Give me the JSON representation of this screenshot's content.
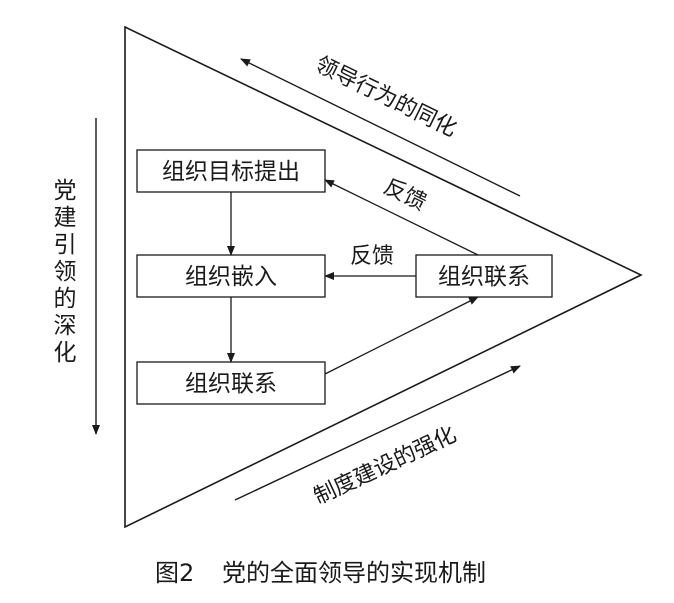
{
  "diagram": {
    "boxes": {
      "goal": "组织目标提出",
      "embed": "组织嵌入",
      "link_bottom": "组织联系",
      "link_right": "组织联系"
    },
    "labels": {
      "top_edge": "领导行为的同化",
      "bottom_edge": "制度建设的强化",
      "left_side": "党建引领的深化",
      "feedback_upper": "反馈",
      "feedback_lower": "反馈"
    },
    "caption": {
      "figure_no": "图2",
      "title": "党的全面领导的实现机制"
    }
  }
}
